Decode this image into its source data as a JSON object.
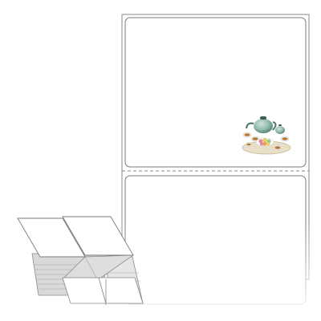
{
  "product": {
    "type": "fanfold-labels",
    "label_count_per_row": 1,
    "perforation": "dashed",
    "label_preview": {
      "image_subject": "tea-set-with-macarons",
      "colors": {
        "teapot": "#8fb8ac",
        "teapot_dark": "#3d5f57",
        "tray": "#d8c9a8",
        "macaron_pink": "#e8869a",
        "macaron_yellow": "#e9cf5f",
        "macaron_green": "#9ccc7a",
        "macaron_orange": "#e8a05a",
        "tea": "#b9762e"
      }
    },
    "stack_icon": "fanfold-stack-icon",
    "colors": {
      "outline": "#8a8a8a",
      "label_fill": "#ffffff",
      "shadow_fill": "#d9d9d9",
      "fade": "#ffffff"
    }
  }
}
